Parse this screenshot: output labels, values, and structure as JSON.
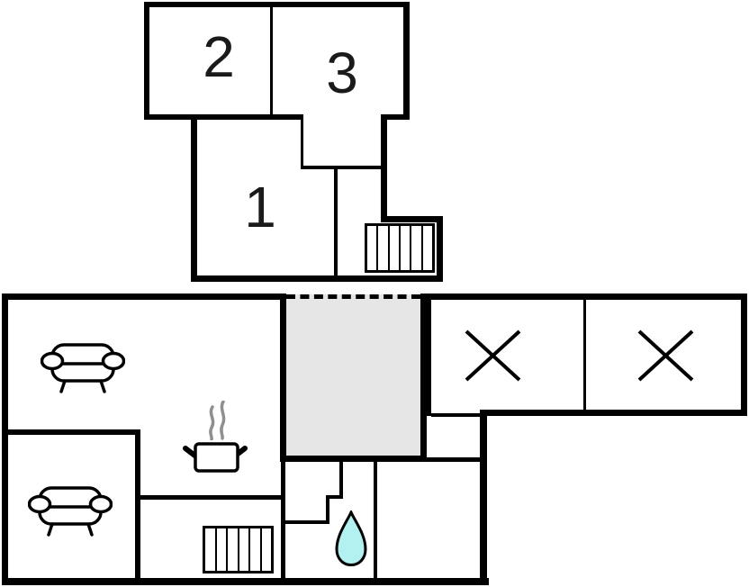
{
  "colors": {
    "wall": "#000000",
    "stairwell_fill": "#e6e6e6",
    "water_drop_fill": "#b3f0f0",
    "steam_stroke": "#8f8f8f",
    "label_color": "#1a1a1a"
  },
  "floors": {
    "upper": {
      "rooms": [
        {
          "label": "1"
        },
        {
          "label": "2"
        },
        {
          "label": "3"
        }
      ],
      "features": [
        "staircase"
      ]
    },
    "ground": {
      "features": [
        "sofa",
        "sofa",
        "cooking-pot-with-steam",
        "staircase",
        "winder-steps",
        "water-drop",
        "open-stairwell",
        "crossed-room",
        "crossed-room"
      ]
    }
  }
}
